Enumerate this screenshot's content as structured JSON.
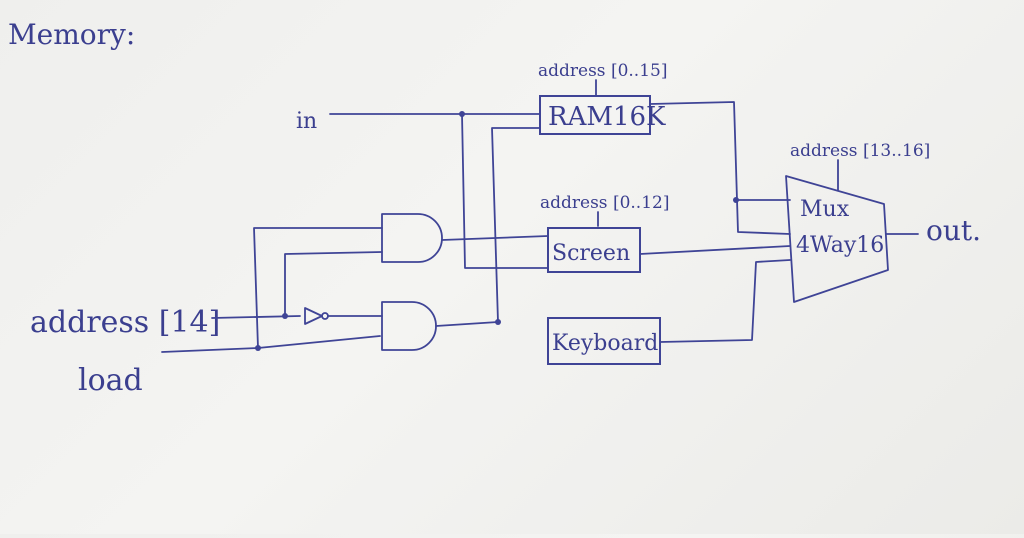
{
  "title": "Memory:",
  "inputs": {
    "in": "in",
    "address14": "address [14]",
    "load": "load"
  },
  "chips": {
    "ram": {
      "label": "RAM16K",
      "address": "address [0..15]"
    },
    "screen": {
      "label": "Screen",
      "address": "address [0..12]"
    },
    "keyboard": {
      "label": "Keyboard"
    },
    "mux": {
      "line1": "Mux",
      "line2": "4Way16",
      "address": "address [13..16]"
    }
  },
  "outputs": {
    "out": "out."
  },
  "colors": {
    "ink": "#3f4496",
    "paper": "#f1f1ef"
  }
}
